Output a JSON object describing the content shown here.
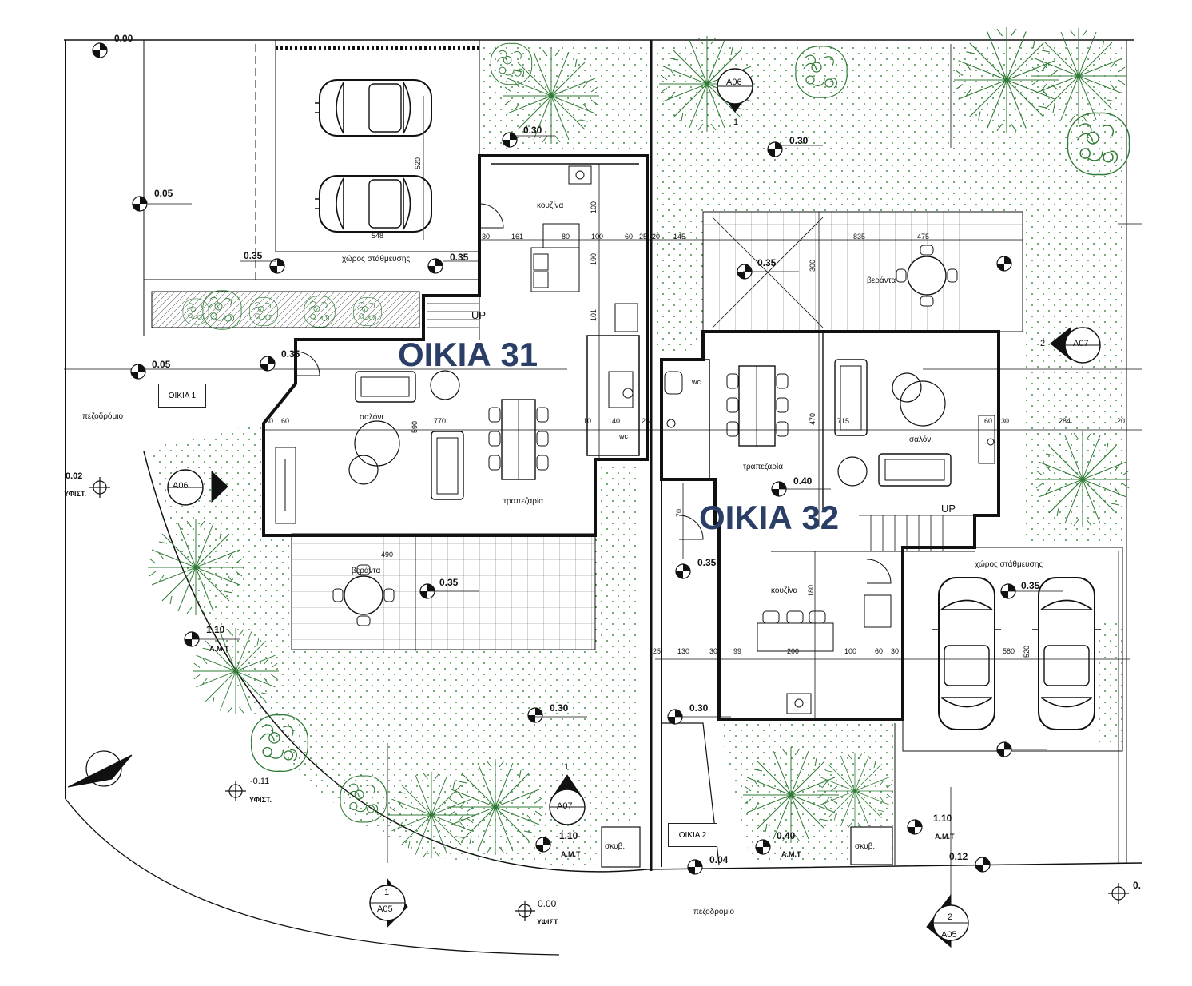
{
  "houses": {
    "house_31": "ΟΙΚΙΑ 31",
    "house_32": "ΟΙΚΙΑ 32"
  },
  "rooms": {
    "kitchen": "κουζίνα",
    "living": "σαλόνι",
    "dining": "τραπεζαρία",
    "veranda": "βεράντα",
    "parking": "χώρος στάθμευσης",
    "wc": "wc",
    "up": "UP",
    "sidewalk": "πεζοδρόμιο",
    "store": "σκυβ."
  },
  "tags": {
    "house1": "ΟΙΚΙΑ 1",
    "house2": "ΟΙΚΙΑ 2"
  },
  "levels": {
    "l000_top": "0.00",
    "l030_a": "0.30",
    "l030_b": "0.30",
    "l005_a": "0.05",
    "l005_b": "0.05",
    "l035_a": "0.35",
    "l035_b": "0.35",
    "l035_c": "0.35",
    "l035_d": "0.35",
    "l035_e": "0.35",
    "l035_f": "0.35",
    "l035_g": "0.35",
    "l040_a": "0.40",
    "l040_b": "0.40",
    "l110_a": "1.10",
    "l110_b": "1.10",
    "l110_c": "1.10",
    "l030_c": "0.30",
    "l030_d": "0.30",
    "l002": "0.02",
    "l011": "-0.11",
    "l000_bottom": "0.00",
    "l004": "0.04",
    "l012": "0.12",
    "l0_right": "0."
  },
  "level_notes": {
    "amt": "Α.Μ.Τ",
    "yfist": "ΥΦΙΣΤ."
  },
  "dimensions": {
    "d548": "548",
    "d520": "520",
    "d30": "30",
    "d161": "161",
    "d80": "80",
    "d100": "100",
    "d60": "60",
    "d25": "25",
    "d20": "20",
    "d145": "145",
    "d835": "835",
    "d475": "475",
    "d190": "190",
    "d101": "101",
    "d300": "300",
    "d770": "770",
    "d590": "590",
    "d140": "140",
    "d10": "10",
    "d715": "715",
    "d470": "470",
    "d284": "284",
    "d490": "490",
    "d170": "170",
    "d180": "180",
    "d130": "130",
    "d99": "99",
    "d200": "200",
    "d580": "580"
  },
  "sections": {
    "a05": "A05",
    "a06": "A06",
    "a07": "A07",
    "n1": "1",
    "n2": "2"
  },
  "colors": {
    "lines": "#1a1a1a",
    "vegetation": "#2f7a35",
    "house_label": "#2b3f66",
    "hatch_dot": "#3f8a3f"
  }
}
